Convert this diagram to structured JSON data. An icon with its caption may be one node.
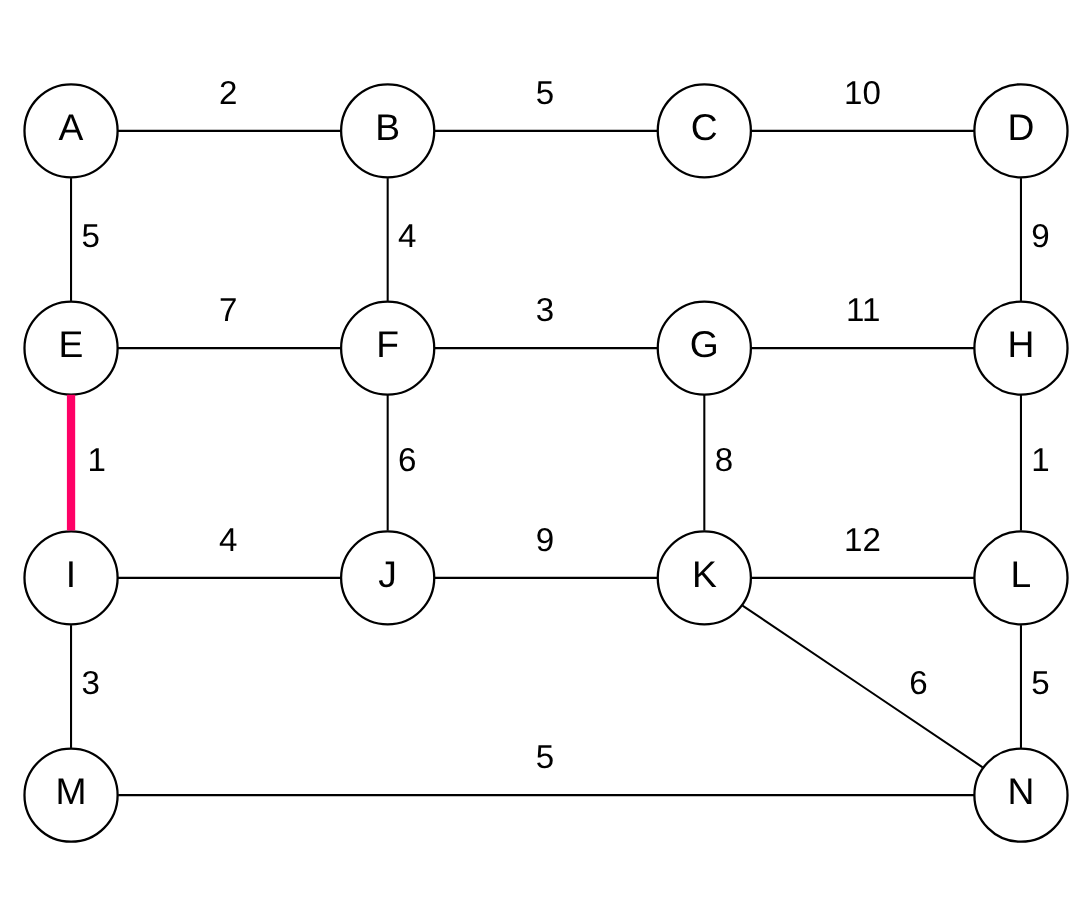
{
  "diagram": {
    "nodes": [
      {
        "text": [
          "A"
        ]
      },
      {
        "text": [
          "B"
        ]
      },
      {
        "text": [
          "C"
        ]
      },
      {
        "text": [
          "D"
        ]
      },
      {
        "text": [
          "E"
        ]
      },
      {
        "text": [
          "F"
        ]
      },
      {
        "text": [
          "G"
        ]
      },
      {
        "text": [
          "H"
        ]
      },
      {
        "text": [
          "I"
        ]
      },
      {
        "text": [
          "J"
        ]
      },
      {
        "text": [
          "K"
        ]
      },
      {
        "text": [
          "L"
        ]
      },
      {
        "text": [
          "M"
        ]
      },
      {
        "text": [
          "N"
        ]
      }
    ],
    "edges": [
      {
        "from": 0,
        "to": 1,
        "arrow": "none",
        "label": "2"
      },
      {
        "from": 1,
        "to": 2,
        "arrow": "none",
        "label": "5"
      },
      {
        "from": 2,
        "to": 3,
        "arrow": "none",
        "label": "10"
      },
      {
        "from": 0,
        "to": 4,
        "arrow": "none",
        "label": "5"
      },
      {
        "from": 1,
        "to": 5,
        "arrow": "none",
        "label": "4"
      },
      {
        "from": 3,
        "to": 7,
        "arrow": "none",
        "label": "9"
      },
      {
        "from": 4,
        "to": 5,
        "arrow": "none",
        "label": "7"
      },
      {
        "from": 5,
        "to": 6,
        "arrow": "none",
        "label": "3"
      },
      {
        "from": 6,
        "to": 7,
        "arrow": "none",
        "label": "11"
      },
      {
        "from": 4,
        "to": 8,
        "arrow": "none",
        "label": "1",
        "style": "thick",
        "color": "#ff0066"
      },
      {
        "from": 5,
        "to": 9,
        "arrow": "none",
        "label": "6"
      },
      {
        "from": 6,
        "to": 10,
        "arrow": "none",
        "label": "8"
      },
      {
        "from": 7,
        "to": 11,
        "arrow": "none",
        "label": "1"
      },
      {
        "from": 8,
        "to": 9,
        "arrow": "none",
        "label": "4"
      },
      {
        "from": 9,
        "to": 10,
        "arrow": "none",
        "label": "9"
      },
      {
        "from": 10,
        "to": 11,
        "arrow": "none",
        "label": "12"
      },
      {
        "from": 8,
        "to": 12,
        "arrow": "none",
        "label": "3"
      },
      {
        "from": 11,
        "to": 13,
        "arrow": "none",
        "label": "5"
      },
      {
        "from": 10,
        "to": 13,
        "arrow": "none",
        "label": "6"
      },
      {
        "from": 12,
        "to": 13,
        "arrow": "none",
        "label": "5"
      }
    ]
  }
}
